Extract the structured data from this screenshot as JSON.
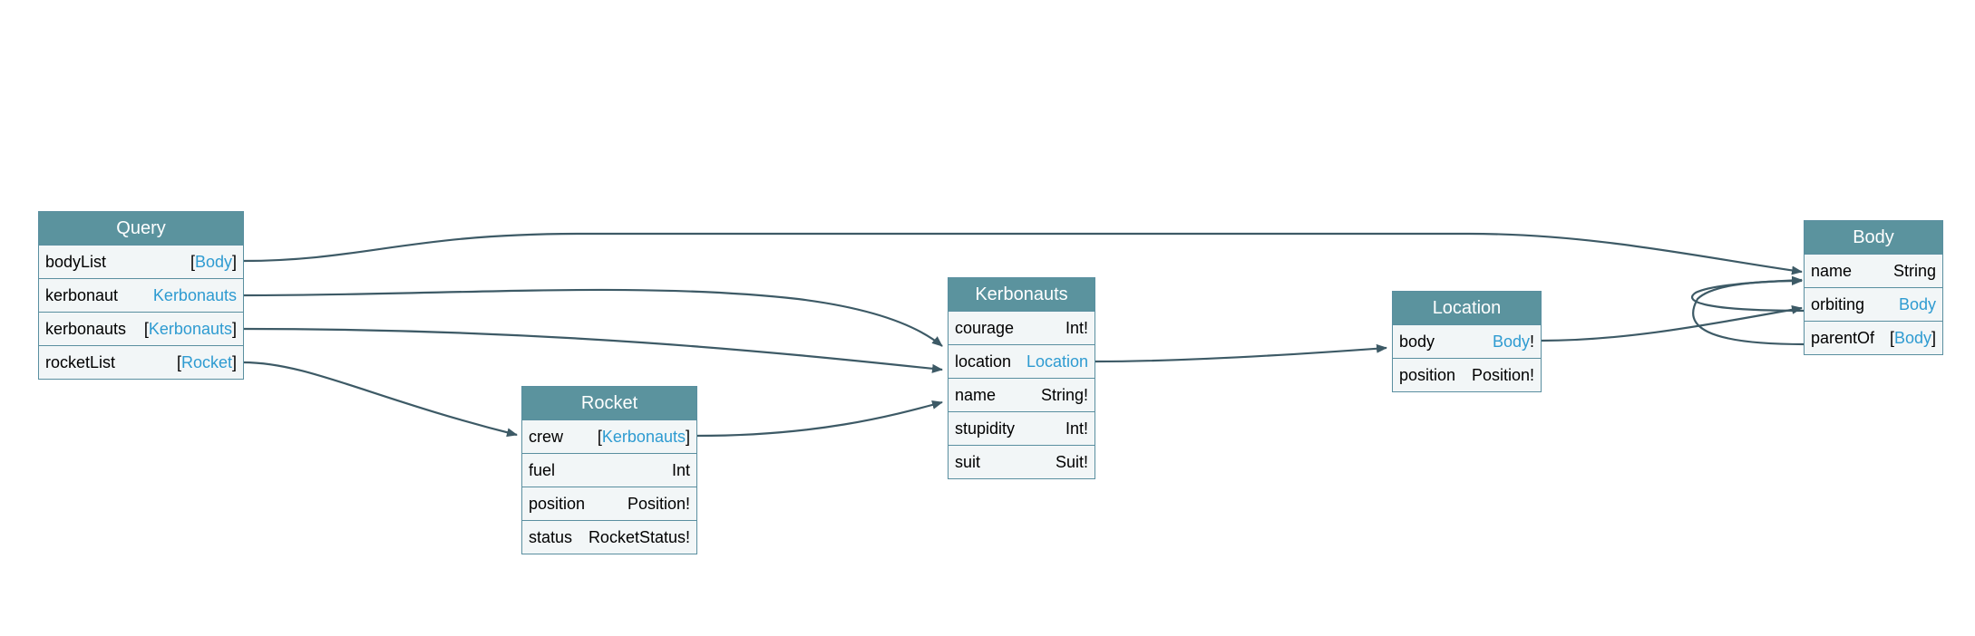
{
  "diagram": {
    "nodes": {
      "query": {
        "title": "Query",
        "fields": [
          {
            "name": "bodyList",
            "pre": "[",
            "ref": "Body",
            "post": "]"
          },
          {
            "name": "kerbonaut",
            "pre": "",
            "ref": "Kerbonauts",
            "post": ""
          },
          {
            "name": "kerbonauts",
            "pre": "[",
            "ref": "Kerbonauts",
            "post": "]"
          },
          {
            "name": "rocketList",
            "pre": "[",
            "ref": "Rocket",
            "post": "]"
          }
        ]
      },
      "rocket": {
        "title": "Rocket",
        "fields": [
          {
            "name": "crew",
            "pre": "[",
            "ref": "Kerbonauts",
            "post": "]"
          },
          {
            "name": "fuel",
            "pre": "Int",
            "ref": "",
            "post": ""
          },
          {
            "name": "position",
            "pre": "Position!",
            "ref": "",
            "post": ""
          },
          {
            "name": "status",
            "pre": "RocketStatus!",
            "ref": "",
            "post": ""
          }
        ]
      },
      "kerbonauts": {
        "title": "Kerbonauts",
        "fields": [
          {
            "name": "courage",
            "pre": "Int!",
            "ref": "",
            "post": ""
          },
          {
            "name": "location",
            "pre": "",
            "ref": "Location",
            "post": ""
          },
          {
            "name": "name",
            "pre": "String!",
            "ref": "",
            "post": ""
          },
          {
            "name": "stupidity",
            "pre": "Int!",
            "ref": "",
            "post": ""
          },
          {
            "name": "suit",
            "pre": "Suit!",
            "ref": "",
            "post": ""
          }
        ]
      },
      "location": {
        "title": "Location",
        "fields": [
          {
            "name": "body",
            "pre": "",
            "ref": "Body",
            "post": "!"
          },
          {
            "name": "position",
            "pre": "Position!",
            "ref": "",
            "post": ""
          }
        ]
      },
      "body": {
        "title": "Body",
        "fields": [
          {
            "name": "name",
            "pre": "String",
            "ref": "",
            "post": ""
          },
          {
            "name": "orbiting",
            "pre": "",
            "ref": "Body",
            "post": ""
          },
          {
            "name": "parentOf",
            "pre": "[",
            "ref": "Body",
            "post": "]"
          }
        ]
      }
    },
    "edges": [
      {
        "from": "query.bodyList",
        "to": "body"
      },
      {
        "from": "query.kerbonaut",
        "to": "kerbonauts"
      },
      {
        "from": "query.kerbonauts",
        "to": "kerbonauts"
      },
      {
        "from": "query.rocketList",
        "to": "rocket"
      },
      {
        "from": "rocket.crew",
        "to": "kerbonauts"
      },
      {
        "from": "kerbonauts.location",
        "to": "location"
      },
      {
        "from": "location.body",
        "to": "body"
      },
      {
        "from": "body.orbiting",
        "to": "body"
      },
      {
        "from": "body.parentOf",
        "to": "body"
      }
    ],
    "colors": {
      "header": "#5b939e",
      "border": "#5a8fa0",
      "row_bg": "#f2f6f7",
      "reference": "#2e9bd1",
      "edge": "#3d5a66"
    }
  }
}
